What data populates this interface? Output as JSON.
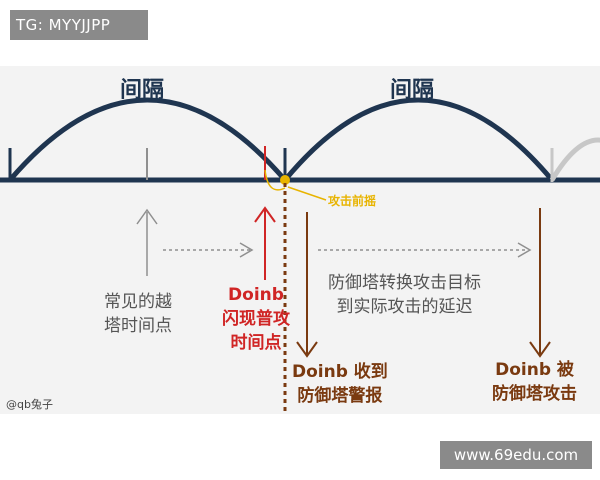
{
  "watermark_top": "TG: MYYJJPP",
  "watermark_bottom": "www.69edu.com",
  "credit": "@qb兔子",
  "interval_label": "间隔",
  "attack_windup_label": "攻击前摇",
  "common_dive_label": [
    "常见的越",
    "塔时间点"
  ],
  "doinb_flash_label": [
    "Doinb",
    "闪现普攻",
    "时间点"
  ],
  "tower_switch_label": [
    "防御塔转换攻击目标",
    "到实际攻击的延迟"
  ],
  "doinb_alert_label": [
    "Doinb 收到",
    "防御塔警报"
  ],
  "doinb_hit_label": [
    "Doinb 被",
    "防御塔攻击"
  ],
  "colors": {
    "arc": "#1f3550",
    "red": "#d02525",
    "brown": "#7a3a10",
    "yellow": "#e8b400",
    "grey_arrow": "#8f8f8f"
  }
}
